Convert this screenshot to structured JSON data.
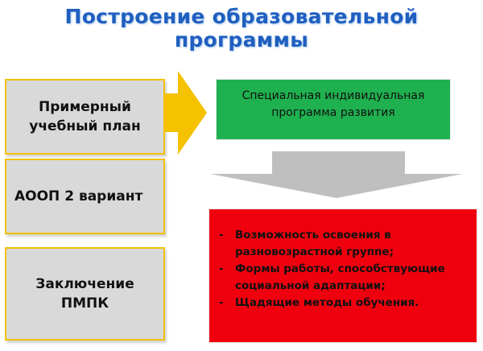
{
  "title": "Построение  образовательной\nпрограммы",
  "left_boxes": [
    {
      "label": "Примерный\nучебный план"
    },
    {
      "label": "АООП 2 вариант"
    },
    {
      "label": "Заключение\nПМПК"
    }
  ],
  "green_box": {
    "text": "Специальная индивидуальная\nпрограмма развития"
  },
  "red_box": {
    "items": [
      {
        "dash": "-",
        "text": "Возможность освоения в\nразновозрастной группе;"
      },
      {
        "dash": "-",
        "text": "Формы работы, способствующие\nсоциальной адаптации;"
      },
      {
        "dash": "-",
        "text": "Щадящие методы обучения."
      }
    ]
  },
  "colors": {
    "title": "#1f5fbf",
    "left_box_fill": "#d9d9d9",
    "left_box_border": "#f2c100",
    "arrow_right": "#f5c200",
    "arrow_down": "#bfbfbf",
    "green_box": "#1fb14f",
    "red_box": "#f0000e"
  }
}
